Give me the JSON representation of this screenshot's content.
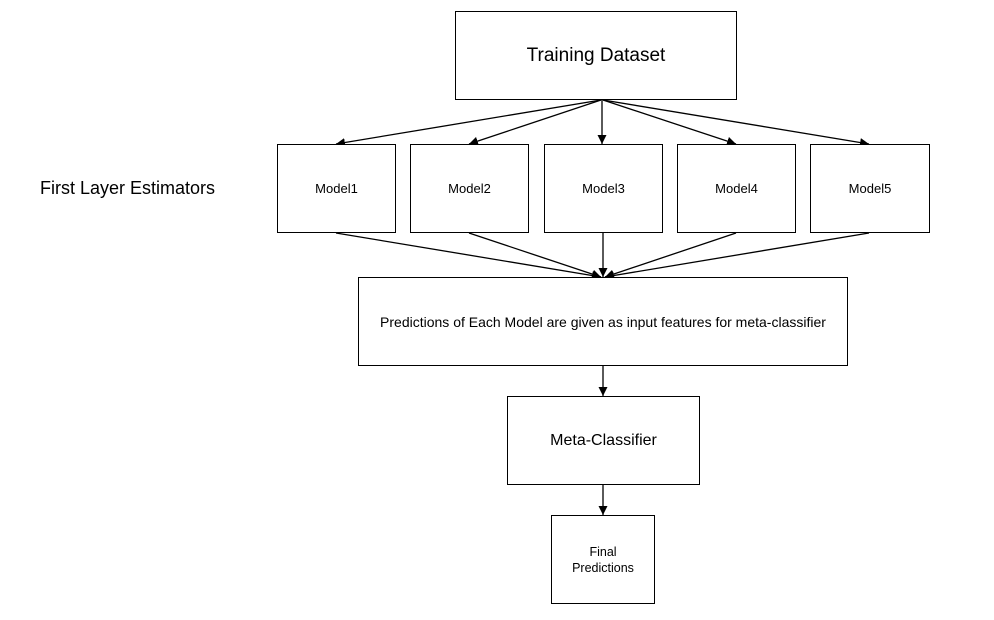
{
  "side_label": "First Layer Estimators",
  "nodes": {
    "training_dataset": "Training Dataset",
    "models": [
      "Model1",
      "Model2",
      "Model3",
      "Model4",
      "Model5"
    ],
    "predictions": "Predictions of Each Model are given as input features for meta-classifier",
    "meta_classifier": "Meta-Classifier",
    "final_predictions_line1": "Final",
    "final_predictions_line2": "Predictions"
  },
  "colors": {
    "stroke": "#000000",
    "background": "#ffffff"
  }
}
